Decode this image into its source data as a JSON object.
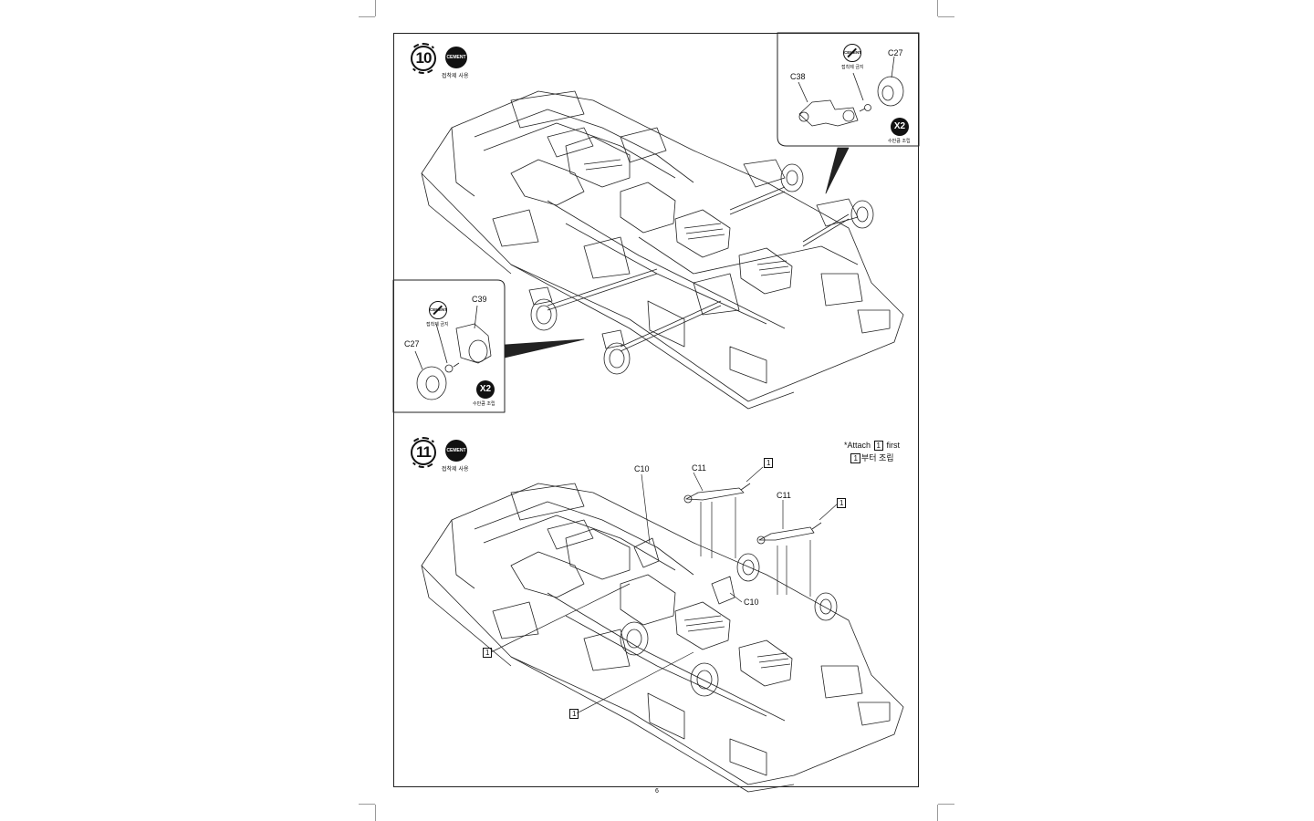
{
  "page": {
    "number": "6"
  },
  "step10": {
    "number": "10",
    "cement": {
      "label": "CEMENT",
      "korean": "접착제 사용"
    },
    "inset_top": {
      "cement_label": "CEMENT",
      "no_cement_korean": "접착제 금지",
      "part_a": "C38",
      "part_b": "C27",
      "multiplier": "X2",
      "multiplier_korean": "수만큼 조립"
    },
    "inset_left": {
      "cement_label": "CEMENT",
      "no_cement_korean": "접착제 금지",
      "part_a": "C39",
      "part_b": "C27",
      "multiplier": "X2",
      "multiplier_korean": "수만큼 조립"
    }
  },
  "step11": {
    "number": "11",
    "cement": {
      "label": "CEMENT",
      "korean": "접착제 사용"
    },
    "note_line1_prefix": "*Attach",
    "note_line1_suffix": "first",
    "note_line2_suffix": "부터 조립",
    "note_ref": "1",
    "callouts": {
      "c10_top": "C10",
      "c11_left": "C11",
      "c11_right": "C11",
      "c10_mid": "C10",
      "ref_top_left": "1",
      "ref_top_right": "1",
      "ref_left": "1",
      "ref_bottom": "1"
    }
  }
}
